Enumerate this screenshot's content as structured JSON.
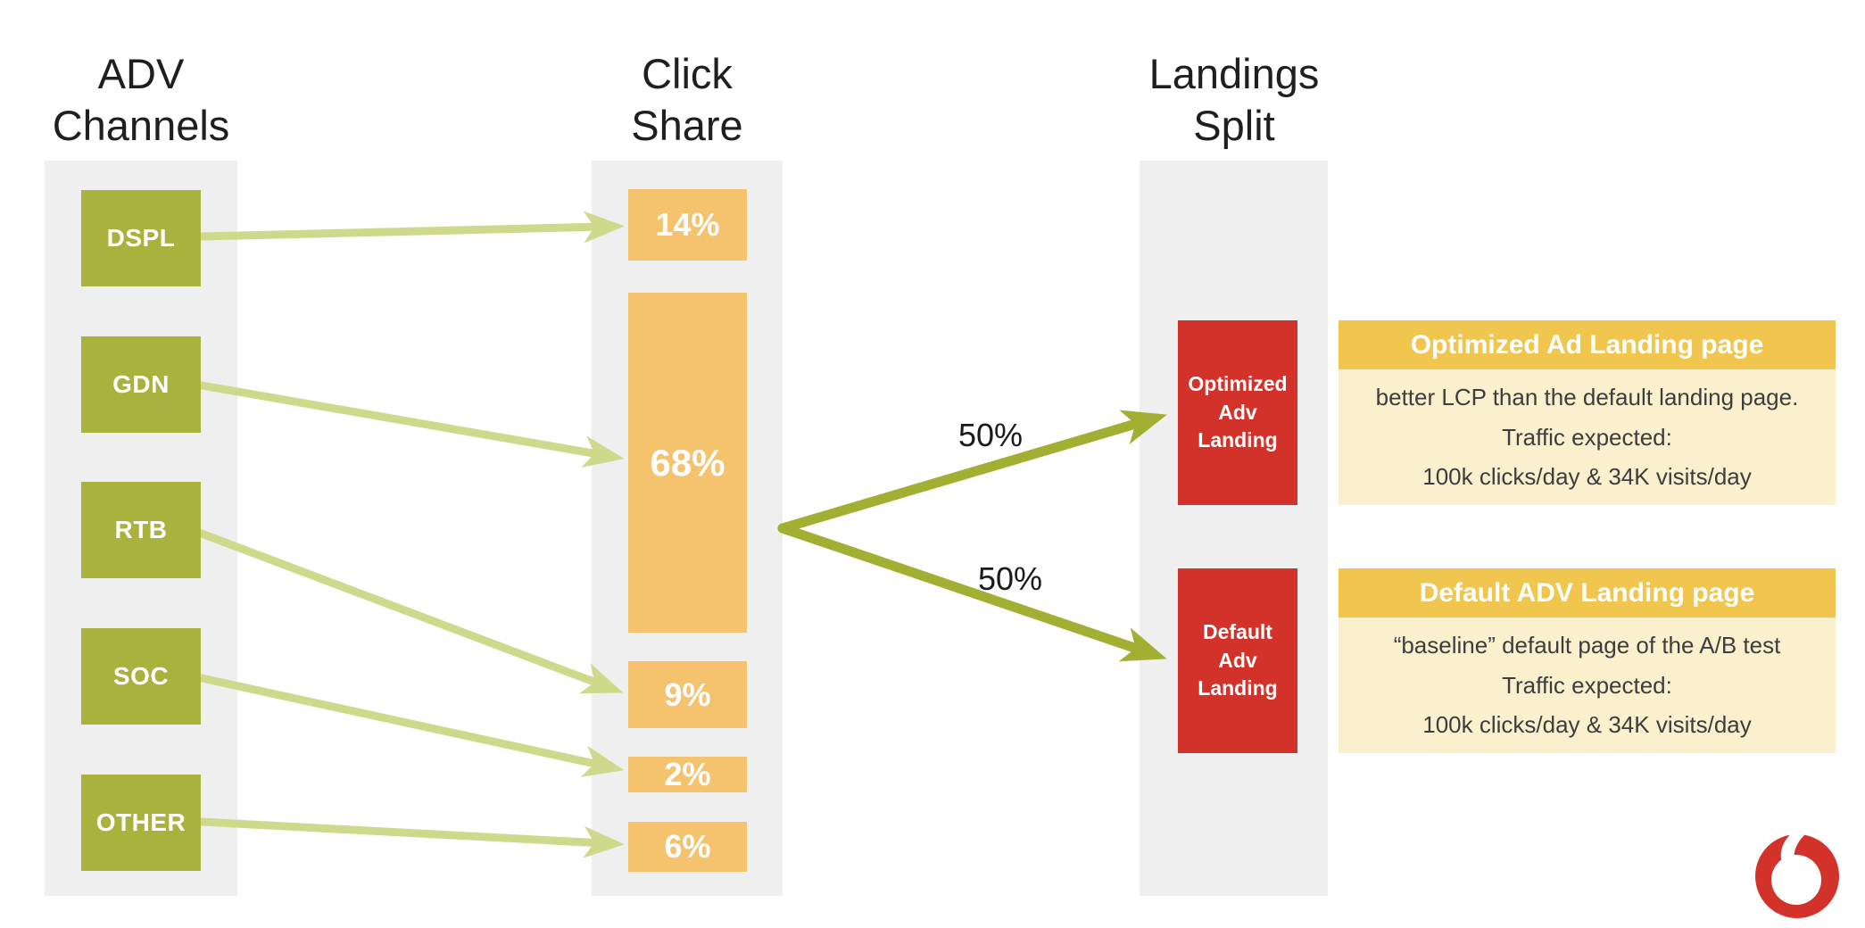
{
  "titles": {
    "adv": "ADV\nChannels",
    "share": "Click\nShare",
    "split": "Landings\nSplit"
  },
  "channels": [
    "DSPL",
    "GDN",
    "RTB",
    "SOC",
    "OTHER"
  ],
  "shares": [
    "14%",
    "68%",
    "9%",
    "2%",
    "6%"
  ],
  "share_values": [
    14,
    68,
    9,
    2,
    6
  ],
  "split": {
    "top_label": "50%",
    "bottom_label": "50%"
  },
  "landings": [
    "Optimized\nAdv\nLanding",
    "Default\nAdv\nLanding"
  ],
  "cards": [
    {
      "title": "Optimized Ad Landing page",
      "lines": [
        "better LCP than the default landing page.",
        "Traffic expected:",
        "100k clicks/day  & 34K visits/day"
      ]
    },
    {
      "title": "Default ADV Landing page",
      "lines": [
        "“baseline” default page of the A/B test",
        "Traffic expected:",
        "100k clicks/day  & 34K visits/day"
      ]
    }
  ],
  "flows": [
    {
      "from": "DSPL",
      "to": "14%"
    },
    {
      "from": "GDN",
      "to": "68%"
    },
    {
      "from": "RTB",
      "to": "9%"
    },
    {
      "from": "SOC",
      "to": "2%"
    },
    {
      "from": "OTHER",
      "to": "6%"
    },
    {
      "from": "Click Share",
      "to": "Optimized Adv Landing",
      "label": "50%"
    },
    {
      "from": "Click Share",
      "to": "Default Adv Landing",
      "label": "50%"
    }
  ],
  "icons": {
    "logo": "vodafone-speechmark"
  },
  "colors": {
    "background": "#ffffff",
    "column_bg": "#f0efef",
    "channel_green": "#a9b23c",
    "share_orange": "#f5c36e",
    "landing_red": "#d23229",
    "card_header_gold": "#f1c64f",
    "card_body_cream": "#faf0cd",
    "arrow_pale": "#cfd98c",
    "arrow_olive": "#a1af33",
    "title_text": "#1f1f1f",
    "body_text": "#3d3d3d",
    "label_white": "#ffffff"
  }
}
